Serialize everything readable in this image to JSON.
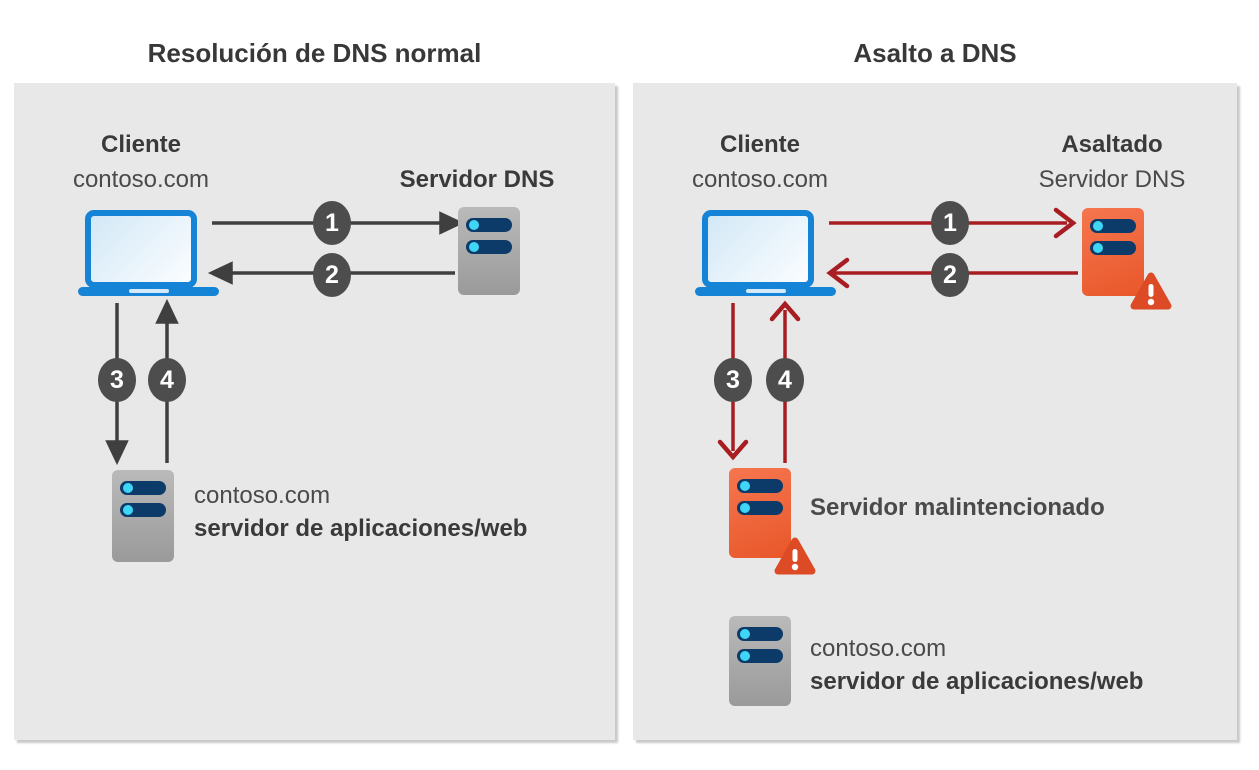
{
  "left": {
    "title": "Resolución de DNS normal",
    "client": {
      "name": "Cliente",
      "domain": "contoso.com"
    },
    "dns_server": {
      "title": "Servidor DNS"
    },
    "app_server": {
      "domain": "contoso.com",
      "label": "servidor de aplicaciones/web"
    },
    "steps": [
      "1",
      "2",
      "3",
      "4"
    ]
  },
  "right": {
    "title": "Asalto a DNS",
    "client": {
      "name": "Cliente",
      "domain": "contoso.com"
    },
    "dns_server": {
      "status": "Asaltado",
      "title": "Servidor DNS"
    },
    "malicious_server": {
      "label": "Servidor malintencionado"
    },
    "app_server": {
      "domain": "contoso.com",
      "label": "servidor de aplicaciones/web"
    },
    "steps": [
      "1",
      "2",
      "3",
      "4"
    ]
  },
  "colors": {
    "panel_bg": "#e8e8e8",
    "client_blue": "#1583d6",
    "normal_arrow_gray": "#3f3f3f",
    "attack_red": "#a81d22",
    "malicious_orange": "#e8572a",
    "warning_orange": "#dc4b26",
    "server_slot_navy": "#0c3a69",
    "indicator_cyan": "#3fd5f5",
    "badge_gray": "#4d4d4d"
  }
}
